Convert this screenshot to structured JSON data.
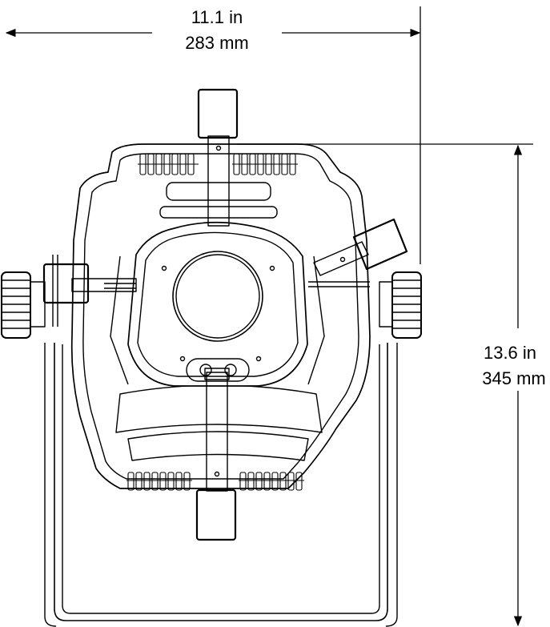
{
  "width_dimension": {
    "imperial": "11.1 in",
    "metric": "283 mm"
  },
  "height_dimension": {
    "imperial": "13.6 in",
    "metric": "345 mm"
  },
  "colors": {
    "line": "#000000",
    "background": "#ffffff"
  }
}
